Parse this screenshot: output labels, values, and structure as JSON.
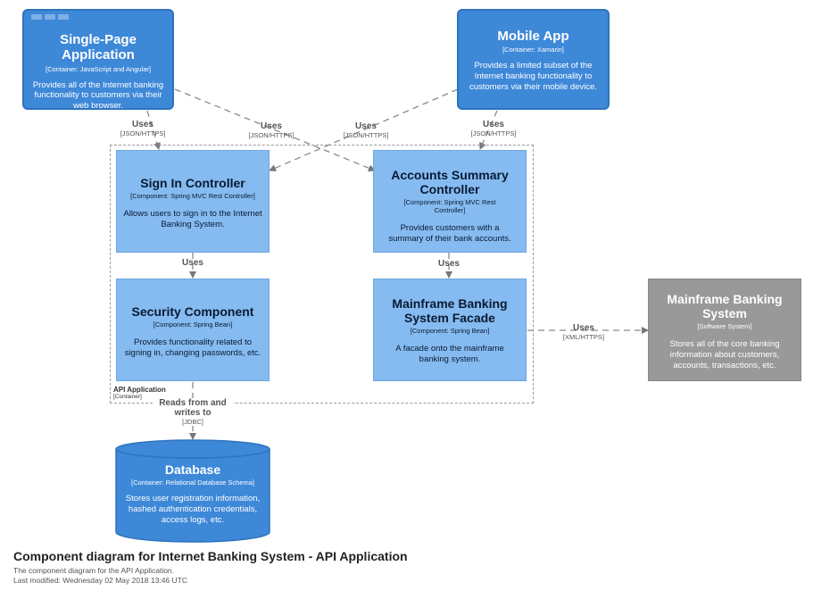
{
  "spa": {
    "title": "Single-Page Application",
    "tech": "[Container: JavaScript and Angular]",
    "desc": "Provides all of the Internet banking functionality to customers via their web browser."
  },
  "mobile": {
    "title": "Mobile App",
    "tech": "[Container: Xamarin]",
    "desc": "Provides a limited subset of the Internet banking functionality to customers via their mobile device."
  },
  "signin": {
    "title": "Sign In Controller",
    "tech": "[Component: Spring MVC Rest Controller]",
    "desc": "Allows users to sign in to the Internet Banking System."
  },
  "accounts": {
    "title": "Accounts Summary Controller",
    "tech": "[Component: Spring MVC Rest Controller]",
    "desc": "Provides customers with a summary of their bank accounts."
  },
  "security": {
    "title": "Security Component",
    "tech": "[Component: Spring Bean]",
    "desc": "Provides functionality related to signing in, changing passwords, etc."
  },
  "facade": {
    "title": "Mainframe Banking System Facade",
    "tech": "[Component: Spring Bean]",
    "desc": "A facade onto the mainframe banking system."
  },
  "mainframe": {
    "title": "Mainframe Banking System",
    "tech": "[Software System]",
    "desc": "Stores all of the core banking information about customers, accounts, transactions, etc."
  },
  "database": {
    "title": "Database",
    "tech": "[Container: Relational Database Schema]",
    "desc": "Stores user registration information, hashed authentication credentials, access logs, etc."
  },
  "boundary": {
    "name": "API Application",
    "kind": "[Container]"
  },
  "relations": {
    "spa_signin": {
      "label": "Uses",
      "tech": "[JSON/HTTPS]"
    },
    "spa_accounts": {
      "label": "Uses",
      "tech": "[JSON/HTTPS]"
    },
    "mobile_signin": {
      "label": "Uses",
      "tech": "[JSON/HTTPS]"
    },
    "mobile_accounts": {
      "label": "Uses",
      "tech": "[JSON/HTTPS]"
    },
    "signin_security": {
      "label": "Uses"
    },
    "accounts_facade": {
      "label": "Uses"
    },
    "facade_mainframe": {
      "label": "Uses",
      "tech": "[XML/HTTPS]"
    },
    "security_db": {
      "label": "Reads from and writes to",
      "tech": "[JDBC]"
    }
  },
  "caption": {
    "title": "Component diagram for Internet Banking System - API Application",
    "subtitle": "The component diagram for the API Application.",
    "modified": "Last modified: Wednesday 02 May 2018 13:46 UTC"
  },
  "colors": {
    "container": "#3e88d8",
    "component": "#85bbf0",
    "external": "#999999",
    "line": "#8a8a8a"
  }
}
